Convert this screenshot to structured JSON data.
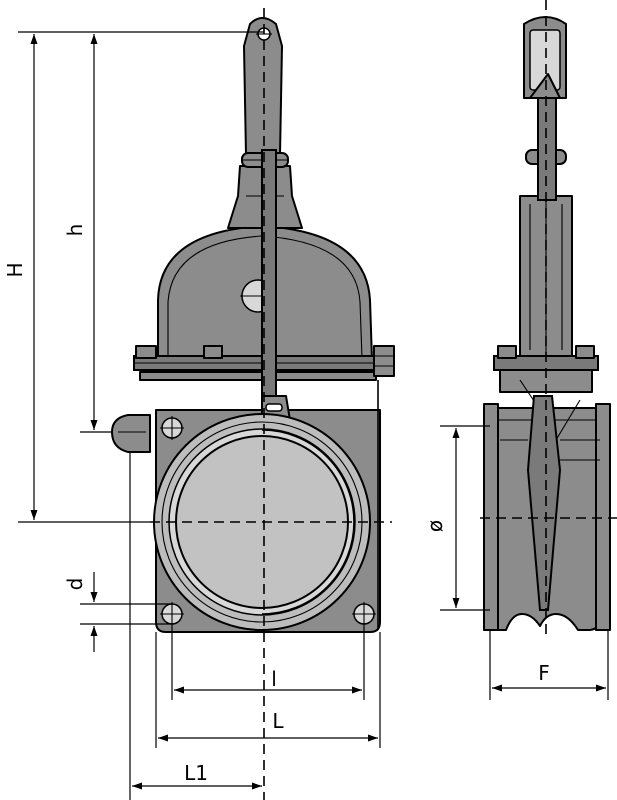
{
  "dimensions": {
    "H": "H",
    "h": "h",
    "d": "d",
    "l": "l",
    "L": "L",
    "L1": "L1",
    "diameter": "ø",
    "F": "F"
  }
}
